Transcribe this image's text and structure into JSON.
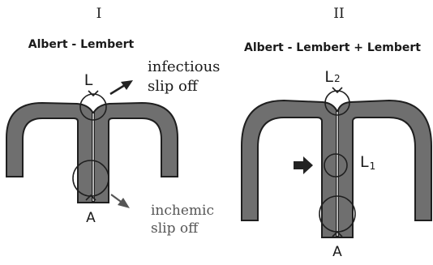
{
  "panel_1": {
    "numeral": "I",
    "title": "Albert - Lembert",
    "label_top": "L",
    "label_bottom": "A",
    "note_top": [
      "infectious",
      "slip off"
    ],
    "note_bottom": [
      "inchemic",
      "slip off"
    ]
  },
  "panel_2": {
    "numeral": "II",
    "title": "Albert - Lembert + Lembert",
    "label_top": "L",
    "label_top_sub": "2",
    "label_middle": "L",
    "label_middle_sub": "1",
    "label_bottom": "A"
  }
}
